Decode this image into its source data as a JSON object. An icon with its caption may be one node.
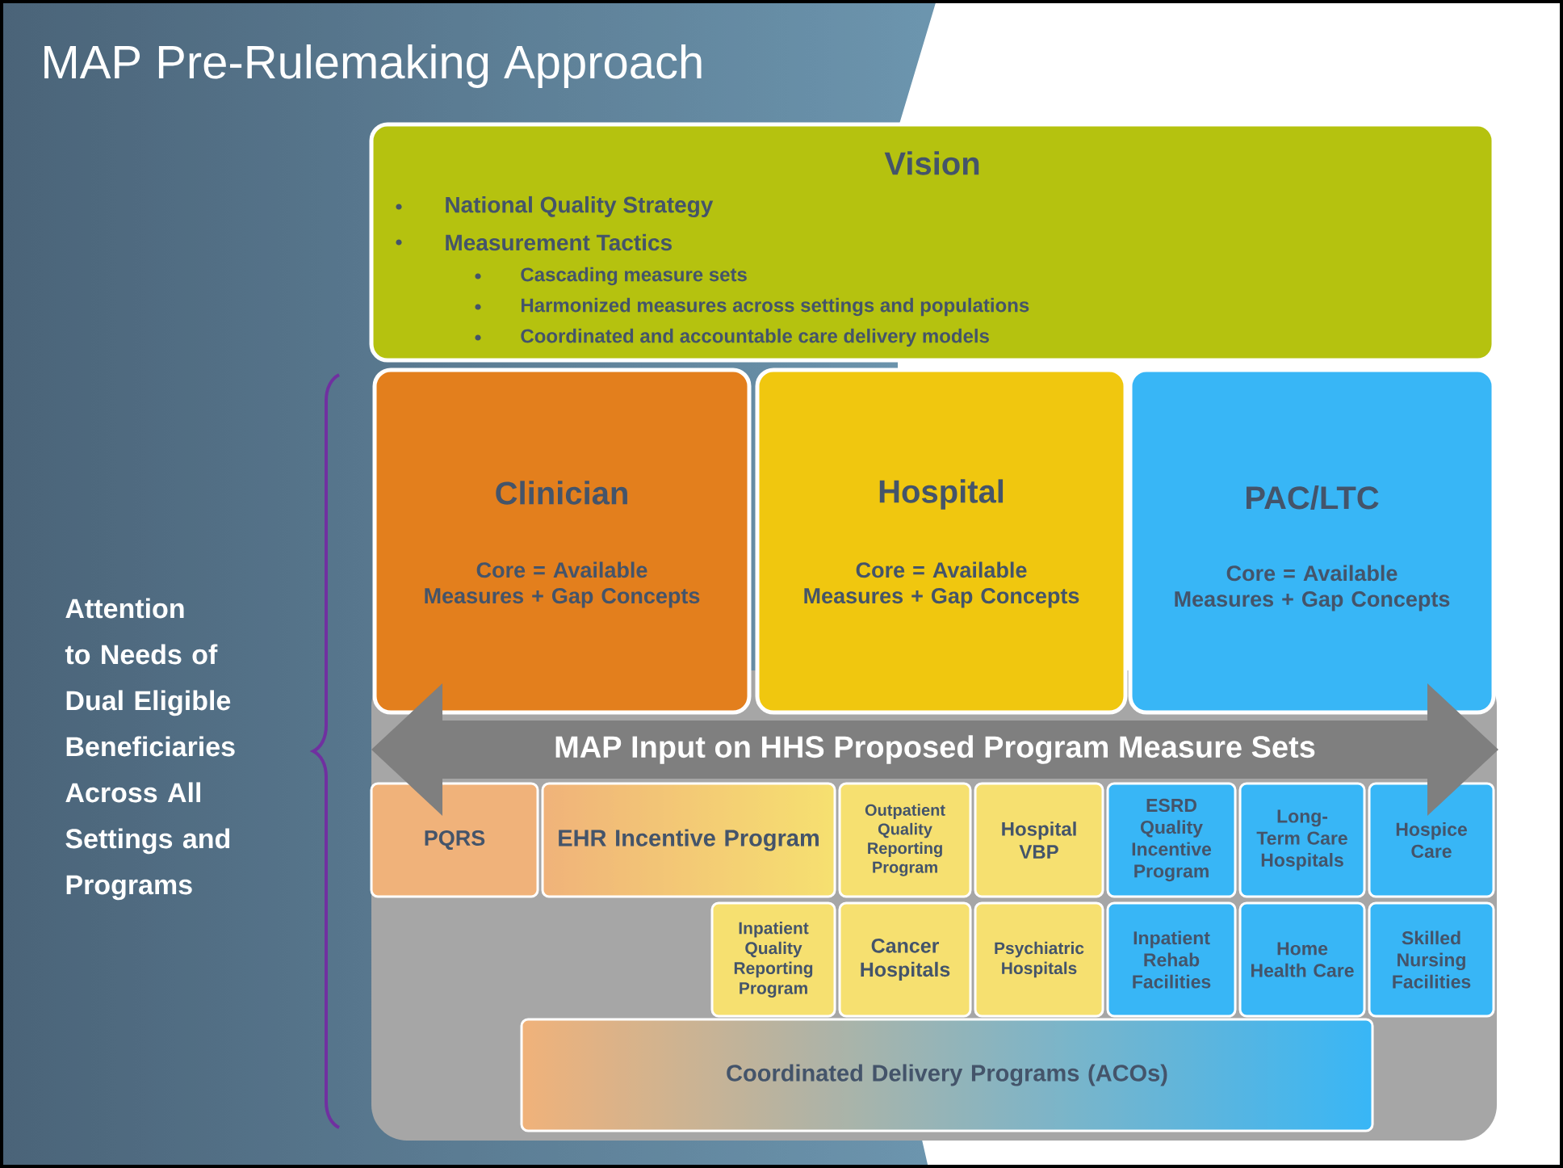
{
  "diagram": {
    "title": "MAP Pre-Rulemaking Approach",
    "nodes": [
      {
        "text": [
          "Vision",
          "National Quality Strategy",
          "Measurement Tactics",
          "Cascading measure sets",
          "Harmonized measures across settings and populations",
          "Coordinated and accountable care delivery models"
        ]
      },
      {
        "text": [
          "Clinician",
          "Core = Available Measures + Gap Concepts"
        ]
      },
      {
        "text": [
          "Hospital",
          "Core = Available Measures + Gap Concepts"
        ]
      },
      {
        "text": [
          "PAC/LTC",
          "Core = Available Measures + Gap Concepts"
        ]
      },
      {
        "text": [
          "MAP Input on HHS Proposed Program  Measure Sets"
        ]
      },
      {
        "text": [
          "PQRS"
        ]
      },
      {
        "text": [
          "EHR Incentive Program"
        ]
      },
      {
        "text": [
          "Outpatient Quality Reporting Program"
        ]
      },
      {
        "text": [
          "Hospital VBP"
        ]
      },
      {
        "text": [
          "ESRD Quality Incentive Program"
        ]
      },
      {
        "text": [
          "Long-Term Care Hospitals"
        ]
      },
      {
        "text": [
          "Hospice Care"
        ]
      },
      {
        "text": [
          "Inpatient Quality Reporting Program"
        ]
      },
      {
        "text": [
          "Cancer Hospitals"
        ]
      },
      {
        "text": [
          "Psychiatric Hospitals"
        ]
      },
      {
        "text": [
          "Inpatient Rehab Facilities"
        ]
      },
      {
        "text": [
          "Home Health Care"
        ]
      },
      {
        "text": [
          "Skilled Nursing Facilities"
        ]
      },
      {
        "text": [
          "Coordinated Delivery Programs (ACOs)"
        ]
      }
    ],
    "labels": [
      "Attention to Needs of Dual Eligible Beneficiaries Across All Settings and Programs"
    ]
  }
}
